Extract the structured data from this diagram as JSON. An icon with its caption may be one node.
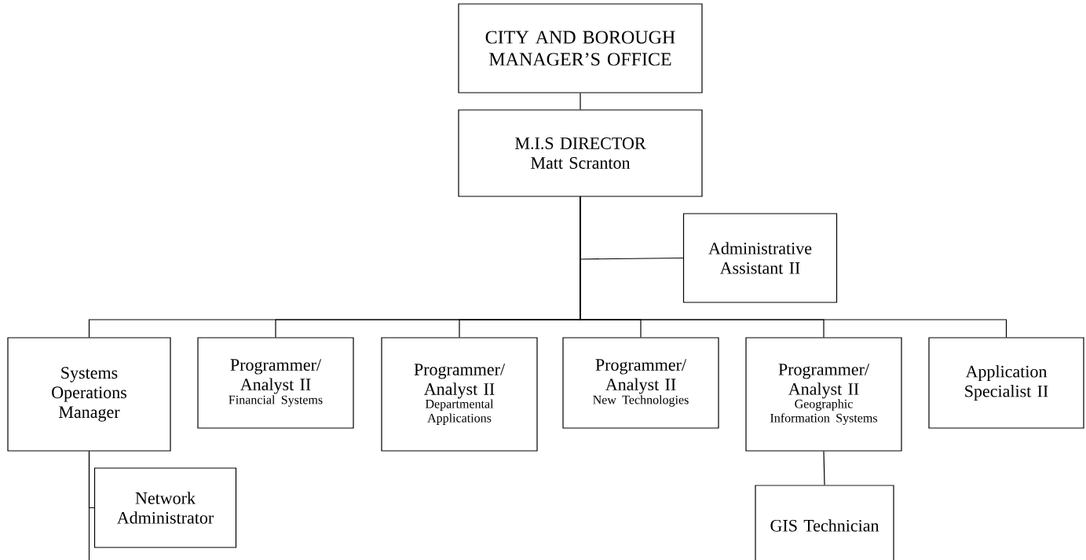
{
  "diagram": {
    "nodes": [
      {
        "text": [
          "CITY AND BOROUGH MANAGER’S OFFICE"
        ]
      },
      {
        "text": [
          "M.I.S DIRECTOR",
          "Matt Scranton"
        ]
      },
      {
        "text": [
          "Administrative Assistant II"
        ]
      },
      {
        "text": [
          "Systems Operations Manager"
        ]
      },
      {
        "text": [
          "Programmer/ Analyst II",
          "Financial Systems"
        ]
      },
      {
        "text": [
          "Programmer/ Analyst II",
          "Departmental Applications"
        ]
      },
      {
        "text": [
          "Programmer/ Analyst II",
          "New Technologies"
        ]
      },
      {
        "text": [
          "Programmer/ Analyst II",
          "Geographic Information Systems"
        ]
      },
      {
        "text": [
          "Application Specialist II"
        ]
      },
      {
        "text": [
          "Network Administrator"
        ]
      },
      {
        "text": [
          "GIS Technician"
        ]
      }
    ],
    "edges": [
      {
        "from": 0,
        "to": 1,
        "arrow": "none"
      },
      {
        "from": 1,
        "to": 2,
        "arrow": "none"
      },
      {
        "from": 1,
        "to": 3,
        "arrow": "none"
      },
      {
        "from": 1,
        "to": 4,
        "arrow": "none"
      },
      {
        "from": 1,
        "to": 5,
        "arrow": "none"
      },
      {
        "from": 1,
        "to": 6,
        "arrow": "none"
      },
      {
        "from": 1,
        "to": 7,
        "arrow": "none"
      },
      {
        "from": 1,
        "to": 8,
        "arrow": "none"
      },
      {
        "from": 3,
        "to": 9,
        "arrow": "none"
      },
      {
        "from": 3,
        "to": null,
        "arrow": "none"
      },
      {
        "from": 7,
        "to": 10,
        "arrow": "none"
      }
    ]
  }
}
